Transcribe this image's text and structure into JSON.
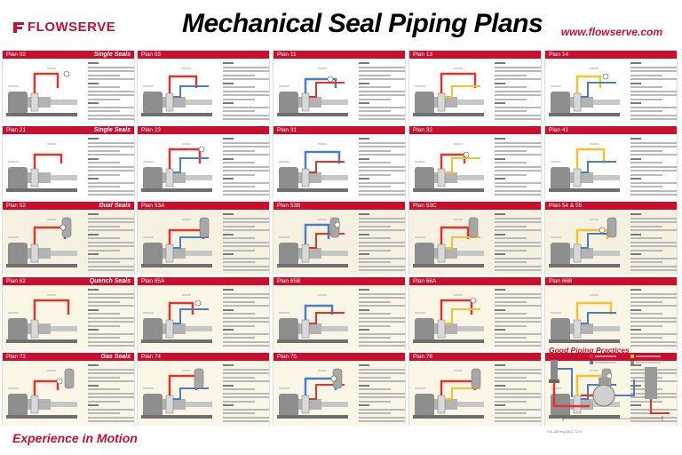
{
  "brand": {
    "logo": "FLOWSERVE",
    "url": "www.flowserve.com",
    "accent": "#c8102e"
  },
  "title": "Mechanical Seal Piping Plans",
  "footer": {
    "slogan": "Experience in Motion",
    "note": "FTA-160 eng-0814 7/2 in"
  },
  "good_practices": {
    "title": "Good Piping Practices"
  },
  "colors": {
    "single": "#c8102e",
    "dual": "#c8102e",
    "quench": "#c8102e",
    "gas": "#c8102e",
    "blank": "#c8102e",
    "pipe_red": "#e0352b",
    "pipe_blue": "#4a7fc1",
    "pipe_yellow": "#f2c230",
    "pump_gray": "#9a9a9a"
  },
  "rows": [
    {
      "section": "Single Seals",
      "kind": "single",
      "plans": [
        "Plan 02",
        "Plan 03",
        "Plan 11",
        "Plan 13",
        "Plan 14"
      ]
    },
    {
      "section": "Single Seals",
      "kind": "single",
      "plans": [
        "Plan 21",
        "Plan 23",
        "Plan 31",
        "Plan 32",
        "Plan 41"
      ]
    },
    {
      "section": "Dual Seals",
      "kind": "dual",
      "plans": [
        "Plan 52",
        "Plan 53A",
        "Plan 53B",
        "Plan 53C",
        "Plan 54 & 55"
      ]
    },
    {
      "section": "Quench Seals",
      "kind": "quench",
      "plans": [
        "Plan 62",
        "Plan 65A",
        "Plan 65B",
        "Plan 66A",
        "Plan 66B"
      ]
    },
    {
      "section": "Gas Seals",
      "kind": "gas",
      "plans": [
        "Plan 72",
        "Plan 74",
        "Plan 75",
        "Plan 76",
        ""
      ]
    }
  ]
}
